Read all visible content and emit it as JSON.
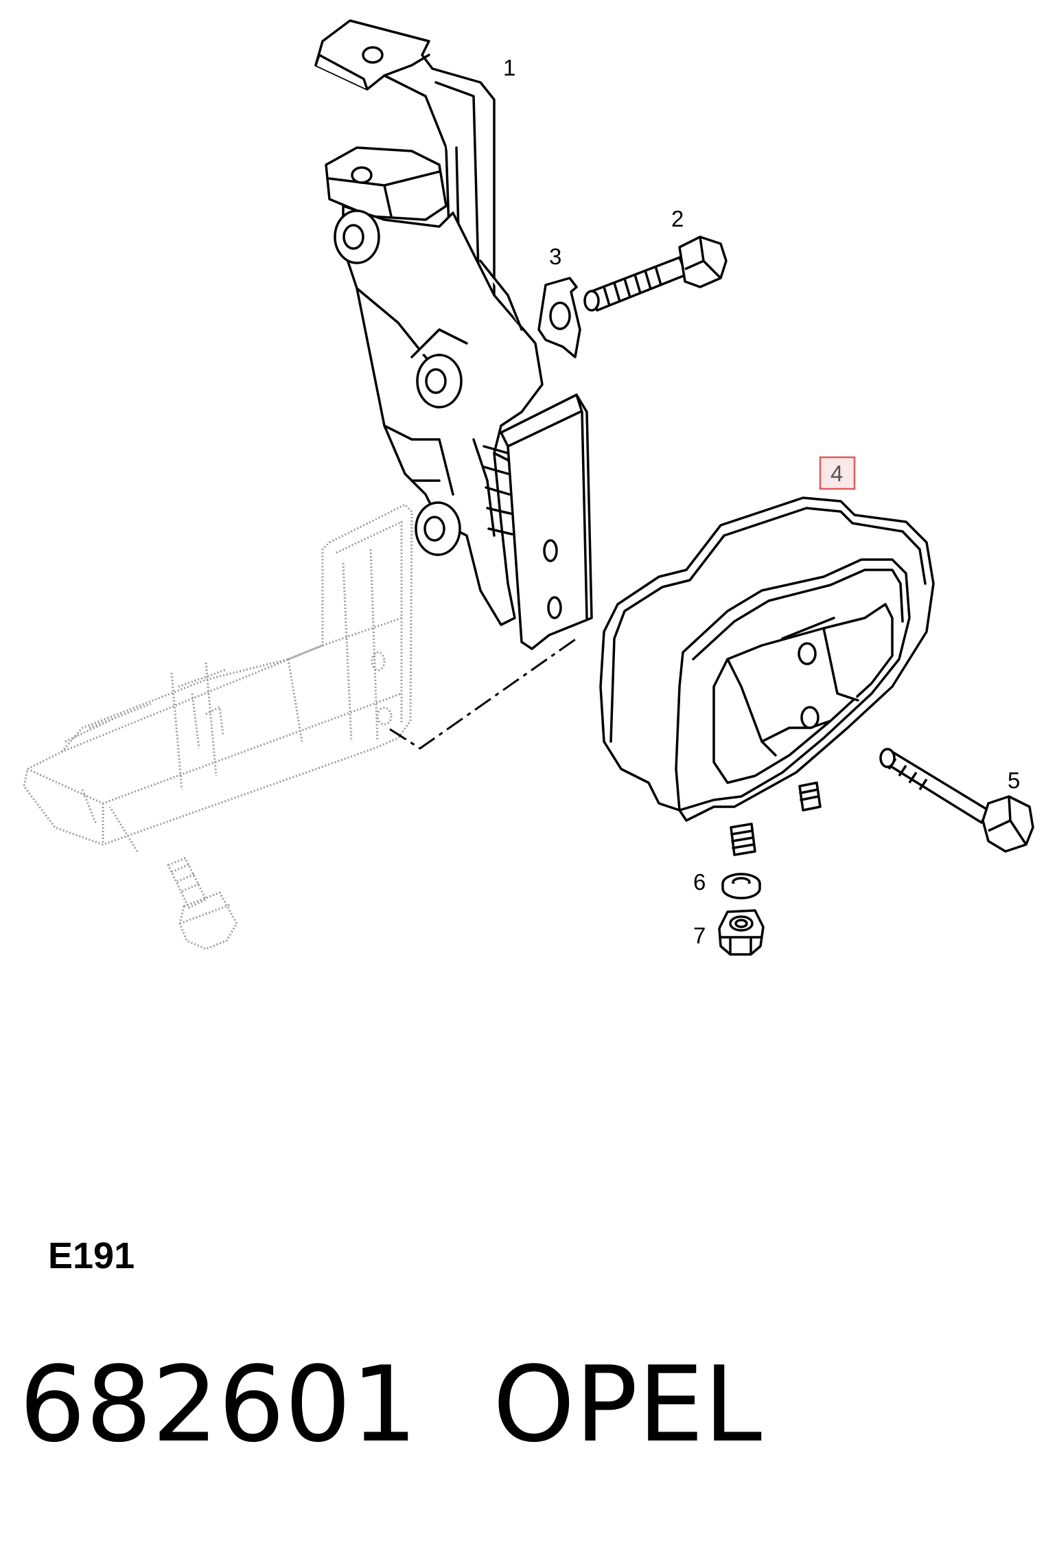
{
  "diagram": {
    "callouts": [
      {
        "id": "1",
        "label": "1"
      },
      {
        "id": "2",
        "label": "2"
      },
      {
        "id": "3",
        "label": "3"
      },
      {
        "id": "4",
        "label": "4",
        "highlighted": true
      },
      {
        "id": "5",
        "label": "5"
      },
      {
        "id": "6",
        "label": "6"
      },
      {
        "id": "7",
        "label": "7"
      }
    ],
    "highlight_color": "#e05a5a"
  },
  "footer": {
    "diagram_code": "E191",
    "part_number": "682601",
    "brand": "OPEL"
  }
}
